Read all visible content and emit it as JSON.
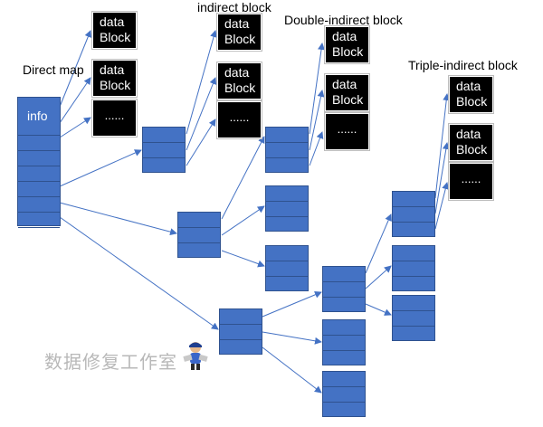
{
  "labels": {
    "direct_map": "Direct map",
    "indirect": "indirect block",
    "double": "Double-indirect block",
    "triple": "Triple-indirect block",
    "info": "info"
  },
  "data_block": {
    "line1": "data",
    "line2": "Block",
    "ellipsis": "......"
  },
  "watermark": "数据修复工作室",
  "colors": {
    "block_fill": "#4472c4",
    "block_border": "#2f528f",
    "data_block_fill": "#000000",
    "watermark": "#b8b8b8"
  }
}
